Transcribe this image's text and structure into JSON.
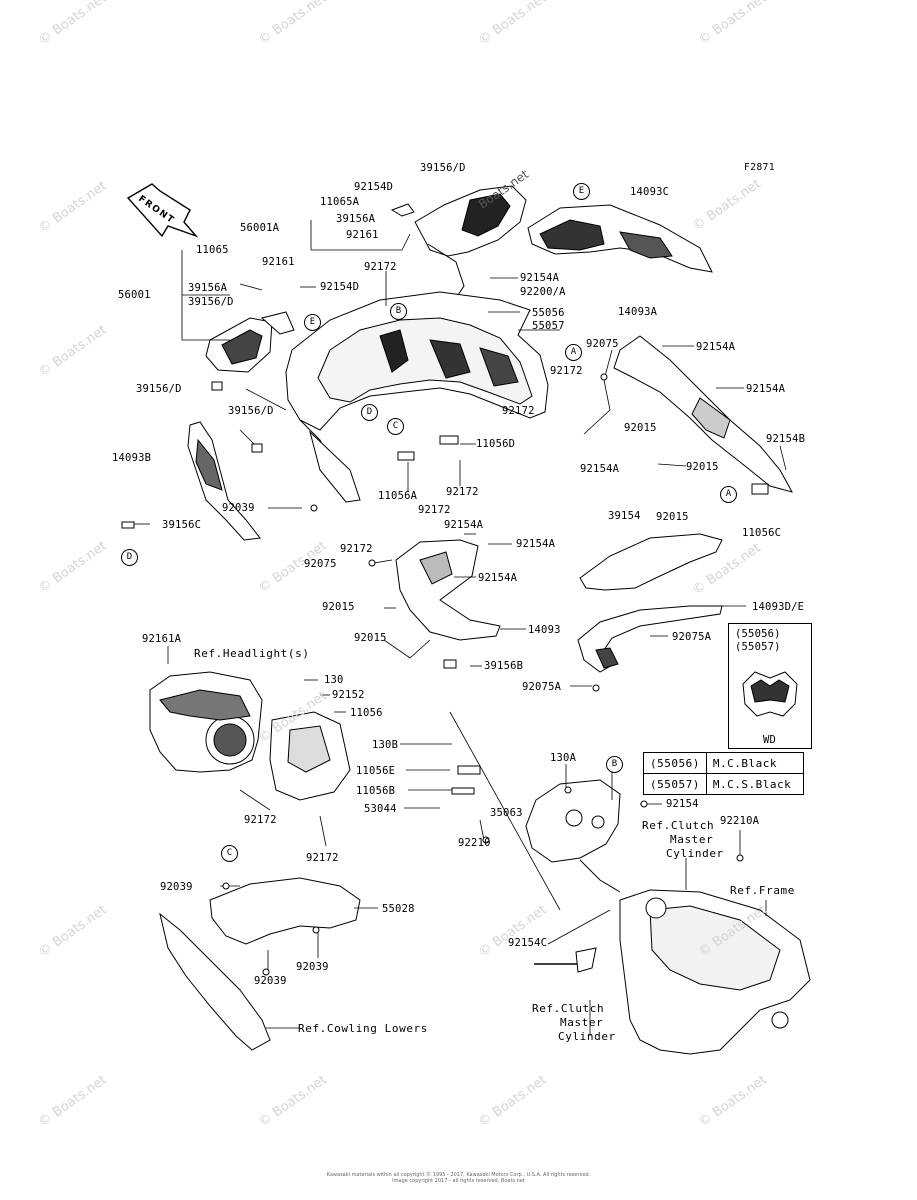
{
  "figure_code": "F2871",
  "front_label": "FRONT",
  "watermark": "© Boats.net",
  "watermark_url": "Boats.net",
  "part_labels": {
    "p39156D_top": "39156/D",
    "p92154D_top": "92154D",
    "p11065A": "11065A",
    "p39156A_top": "39156A",
    "p92161_top": "92161",
    "p56001A": "56001A",
    "p11065": "11065",
    "p92161_left": "92161",
    "p56001": "56001",
    "p39156A_left": "39156A",
    "p39156D_left": "39156/D",
    "p92154D_left": "92154D",
    "p92172_top": "92172",
    "p92154A_1": "92154A",
    "p92200A": "92200/A",
    "p55056": "55056",
    "p55057": "55057",
    "p14093C": "14093C",
    "p14093A": "14093A",
    "p92075_right": "92075",
    "p92154A_2": "92154A",
    "p92172_mid": "92172",
    "p92154A_3": "92154A",
    "p92172_mid2": "92172",
    "p39156D_mid": "39156/D",
    "p39156D_mid2": "39156/D",
    "p14093B": "14093B",
    "p11056D": "11056D",
    "p92015_r1": "92015",
    "p92154B": "92154B",
    "p92154A_4": "92154A",
    "p92015_r2": "92015",
    "p11056A": "11056A",
    "p92172_c": "92172",
    "p92039_left": "92039",
    "p92172_c2": "92172",
    "p39156C": "39156C",
    "p92154A_5": "92154A",
    "p92154A_6": "92154A",
    "p92172_c3": "92172",
    "p92075_c": "92075",
    "p92154A_7": "92154A",
    "p39154": "39154",
    "p92015_c": "92015",
    "p11056C": "11056C",
    "p92015_l": "92015",
    "p14093": "14093",
    "p92015_l2": "92015",
    "p14093DE": "14093D/E",
    "p92075A_1": "92075A",
    "p39156B": "39156B",
    "p92075A_2": "92075A",
    "p92161A": "92161A",
    "p130": "130",
    "p92152": "92152",
    "p11056": "11056",
    "p130A": "130A",
    "p130B": "130B",
    "p11056E": "11056E",
    "p11056B": "11056B",
    "p53044": "53044",
    "p92172_low": "92172",
    "p92172_low2": "92172",
    "p35063": "35063",
    "p92210": "92210",
    "p92154_low": "92154",
    "p92210A": "92210A",
    "p92039_c": "92039",
    "p55028": "55028",
    "p92039_c2": "92039",
    "p92039_c3": "92039",
    "p92154C": "92154C"
  },
  "references": {
    "headlight": "Ref.Headlight(s)",
    "clutch_master_top": [
      "Ref.Clutch",
      "Master",
      "Cylinder"
    ],
    "frame": "Ref.Frame",
    "clutch_master_bottom": [
      "Ref.Clutch",
      "Master",
      "Cylinder"
    ],
    "cowling_lowers": "Ref.Cowling Lowers"
  },
  "callouts": [
    "E",
    "B",
    "A",
    "D",
    "C",
    "E",
    "A",
    "D",
    "C",
    "B"
  ],
  "wd_box": {
    "header": [
      "(55056)",
      "(55057)"
    ],
    "caption": "WD"
  },
  "color_table": [
    {
      "code": "(55056)",
      "color": "M.C.Black"
    },
    {
      "code": "(55057)",
      "color": "M.C.S.Black"
    }
  ],
  "footer": [
    "Kawasaki materials within all copyright © 1995 - 2017, Kawasaki Motors Corp., U.S.A. All rights reserved.",
    "Image copyright 2017 - all rights reserved, Boats.net"
  ]
}
